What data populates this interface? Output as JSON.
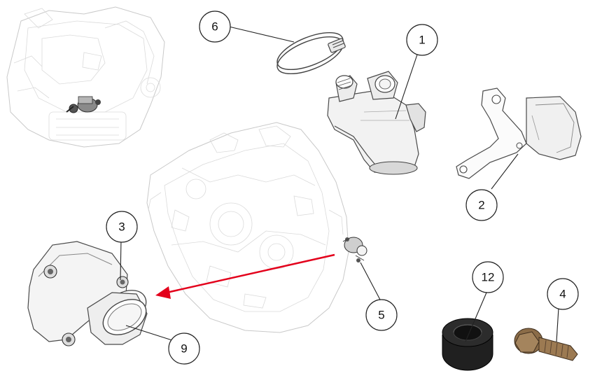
{
  "diagram": {
    "callouts": [
      {
        "id": "callout-1",
        "number": "1"
      },
      {
        "id": "callout-2",
        "number": "2"
      },
      {
        "id": "callout-3",
        "number": "3"
      },
      {
        "id": "callout-4",
        "number": "4"
      },
      {
        "id": "callout-5",
        "number": "5"
      },
      {
        "id": "callout-6",
        "number": "6"
      },
      {
        "id": "callout-9",
        "number": "9"
      },
      {
        "id": "callout-12",
        "number": "12"
      }
    ],
    "colors": {
      "arrow": "#e3001b",
      "part_outline": "#4a4a4a",
      "background_lineart": "#c9c9c9",
      "grommet": "#1a1a1a",
      "bolt": "#9c7a52"
    },
    "parts": [
      "engine-overview-icon",
      "engine-block-icon",
      "hose-clamp-icon",
      "thermostat-housing-icon",
      "mounting-bracket-icon",
      "coolant-outlet-flange-icon",
      "rubber-grommet-icon",
      "flange-bolt-icon"
    ]
  }
}
